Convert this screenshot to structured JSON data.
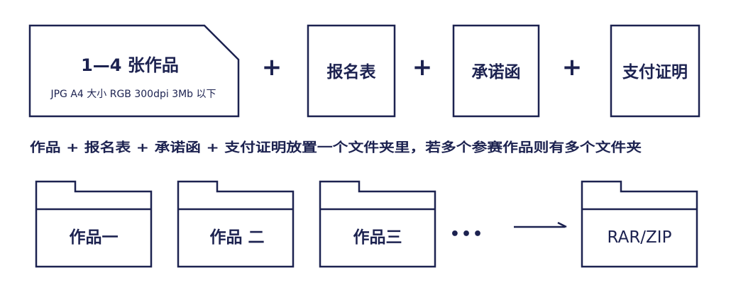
{
  "colors": {
    "ink": "#1c2250",
    "background": "#ffffff"
  },
  "top_row": {
    "photo_card": {
      "title": "1—4 张作品",
      "spec": "JPG A4 大小 RGB 300dpi 3Mb 以下"
    },
    "plus_1": "+",
    "registration_form": "报名表",
    "plus_2": "+",
    "commitment_letter": "承诺函",
    "plus_3": "+",
    "payment_proof": "支付证明"
  },
  "instruction": "作品 + 报名表 + 承诺函 + 支付证明放置一个文件夹里，若多个参赛作品则有多个文件夹",
  "bottom_row": {
    "folders": [
      {
        "label": "作品一"
      },
      {
        "label": "作品 二"
      },
      {
        "label": "作品三"
      }
    ],
    "ellipsis": "•••",
    "arrow_icon": "arrow-right-icon",
    "archive_folder": "RAR/ZIP"
  }
}
